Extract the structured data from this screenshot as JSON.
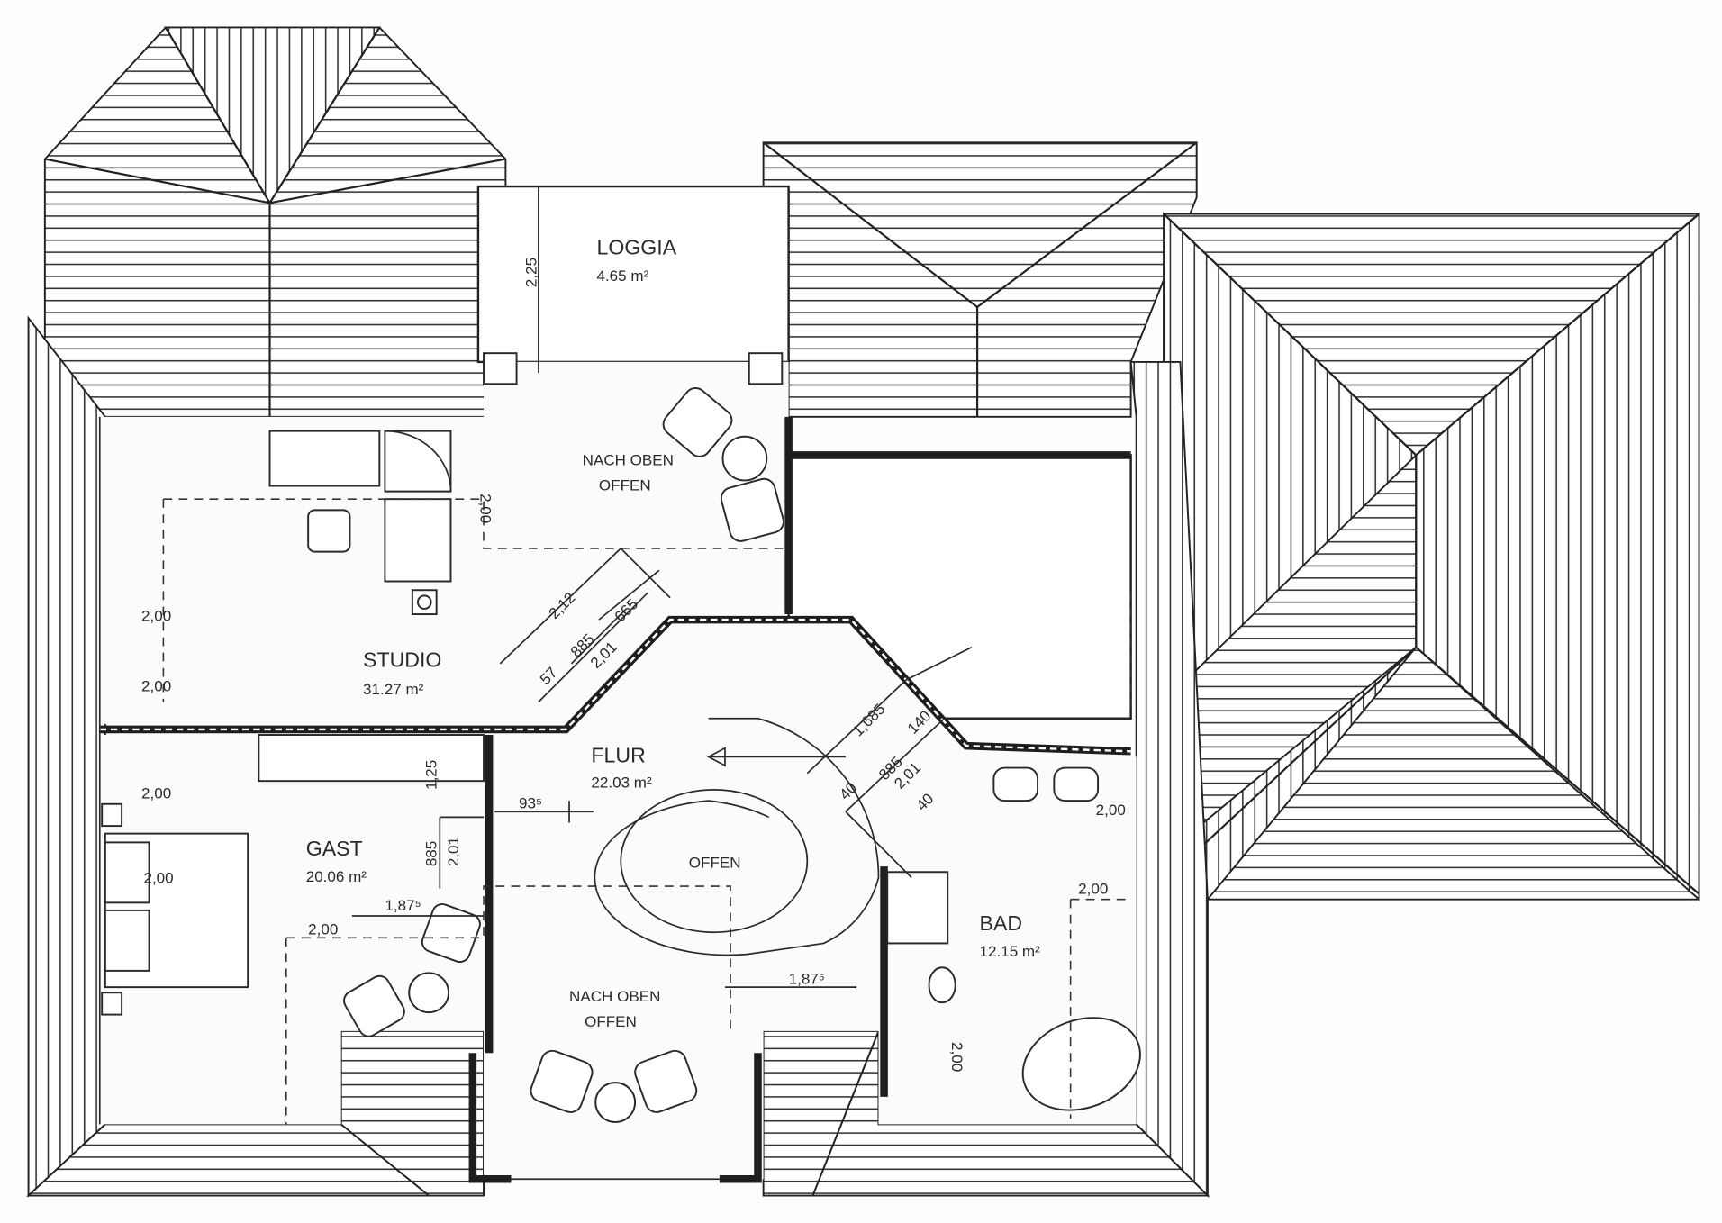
{
  "rooms": {
    "loggia": {
      "name": "LOGGIA",
      "area": "4.65 m²"
    },
    "studio": {
      "name": "STUDIO",
      "area": "31.27 m²"
    },
    "flur": {
      "name": "FLUR",
      "area": "22.03 m²"
    },
    "gast": {
      "name": "GAST",
      "area": "20.06 m²"
    },
    "bad": {
      "name": "BAD",
      "area": "12.15 m²"
    }
  },
  "notes": {
    "open_above_1": [
      "NACH OBEN",
      "OFFEN"
    ],
    "open_above_2": [
      "NACH OBEN",
      "OFFEN"
    ],
    "stair_void": "OFFEN"
  },
  "dimensions": {
    "loggia_depth": "2,25",
    "studio_2_00_a": "2,00",
    "studio_2_00_b": "2,00",
    "studio_2_00_c": "2,00",
    "diag_2_12": "2,12",
    "diag_665": "665",
    "diag_885_a": "885",
    "diag_2_01_a": "2,01",
    "diag_57": "57",
    "diag_1_685": "1,685",
    "diag_140": "140",
    "diag_885_b": "885",
    "diag_2_01_b": "2,01",
    "diag_40_a": "40",
    "diag_40_b": "40",
    "flur_93_5": "93⁵",
    "flur_1_87_5": "1,87⁵",
    "gast_1_25": "1,25",
    "gast_885": "885",
    "gast_2_01": "2,01",
    "gast_1_87_5": "1,87⁵",
    "gast_2_00_a": "2,00",
    "gast_2_00_b": "2,00",
    "gast_2_00_c": "2,00",
    "bad_2_00_a": "2,00",
    "bad_2_00_b": "2,00",
    "bad_2_00_c": "2,00"
  }
}
